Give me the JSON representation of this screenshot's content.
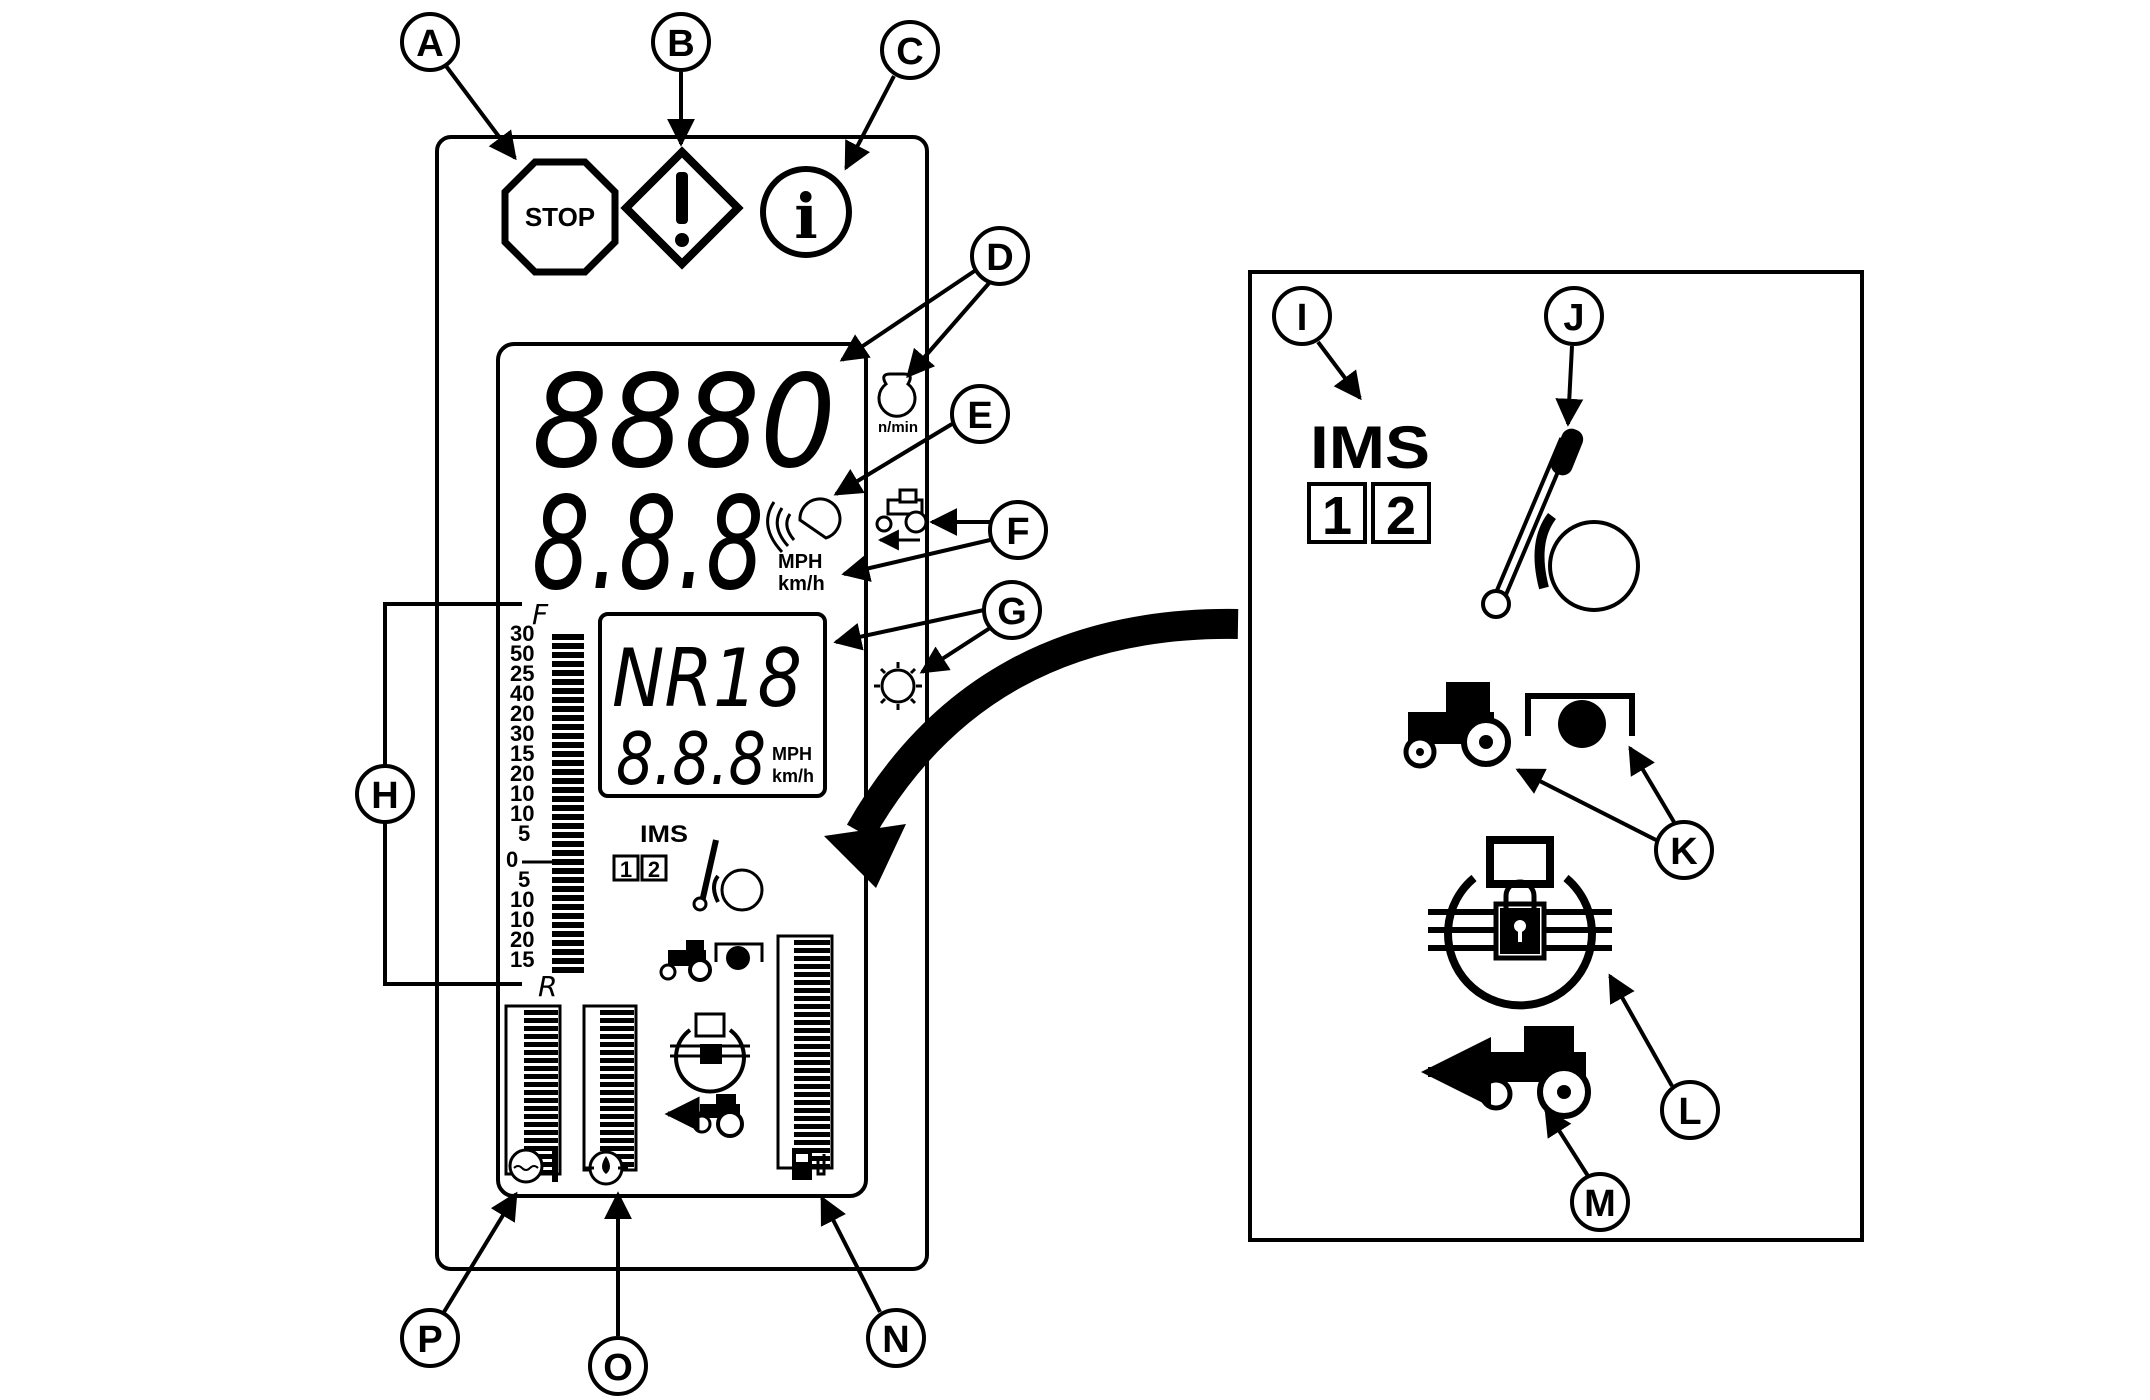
{
  "callouts": [
    "A",
    "B",
    "C",
    "D",
    "E",
    "F",
    "G",
    "H",
    "I",
    "J",
    "K",
    "L",
    "M",
    "N",
    "O",
    "P"
  ],
  "stop_sign_text": "STOP",
  "info_glyph": "i",
  "upper_display": {
    "rpm_digits": "8880",
    "speed_digits": "8.8.8",
    "rpm_unit": "n/min",
    "speed_unit_1": "MPH",
    "speed_unit_2": "km/h"
  },
  "inner_display": {
    "gear_text": "NR18",
    "value_digits": "8.8.8",
    "unit_1": "MPH",
    "unit_2": "km/h"
  },
  "scale": {
    "top_label": "F",
    "bottom_label": "R",
    "ticks": [
      "30",
      "50",
      "25",
      "40",
      "20",
      "30",
      "15",
      "20",
      "10",
      "10",
      "5",
      "0",
      "5",
      "10",
      "10",
      "20",
      "15"
    ]
  },
  "ims_small": {
    "title": "IMS",
    "box_1": "1",
    "box_2": "2"
  },
  "ims_large": {
    "title": "IMS",
    "box_1": "1",
    "box_2": "2"
  },
  "icons": {
    "warning": "exclamation-triangle-icon",
    "stop": "stop-sign-icon",
    "info": "info-icon",
    "engine": "engine-icon",
    "radar": "radar-icon",
    "tractor": "tractor-icon",
    "gear": "gear-icon",
    "fuel": "fuel-pump-icon",
    "coolant": "coolant-temperature-icon",
    "oil_pressure": "oil-pressure-icon",
    "diff_lock": "differential-lock-icon",
    "hitch_lever": "hitch-lever-icon",
    "reverse_tractor": "reverse-tractor-icon"
  }
}
